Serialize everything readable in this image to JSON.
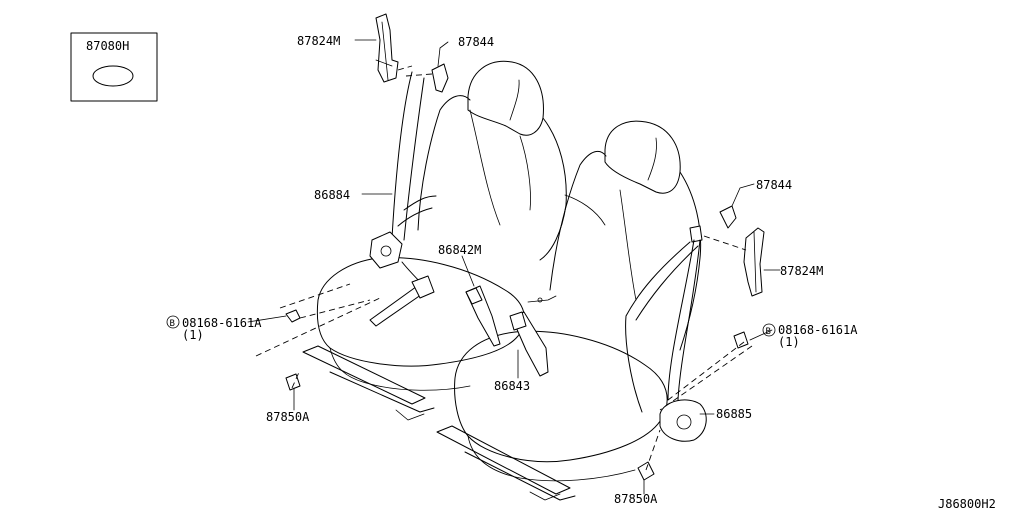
{
  "labels": {
    "inset_part": "87080H",
    "retractor_upper_left": "87824M",
    "cover_left": "87844",
    "belt_left": "86884",
    "buckle_left": "86842M",
    "bolt_left_code": "08168-6161A",
    "bolt_left_qty": "(1)",
    "bolt_symbol_left": "B",
    "anchor_bolt_left": "87850A",
    "buckle_right": "86843",
    "cover_right": "87844",
    "retractor_upper_right": "87824M",
    "bolt_right_code": "08168-6161A",
    "bolt_right_qty": "(1)",
    "bolt_symbol_right": "B",
    "belt_right": "86885",
    "anchor_bolt_right": "87850A",
    "diagram_code": "J86800H2"
  }
}
